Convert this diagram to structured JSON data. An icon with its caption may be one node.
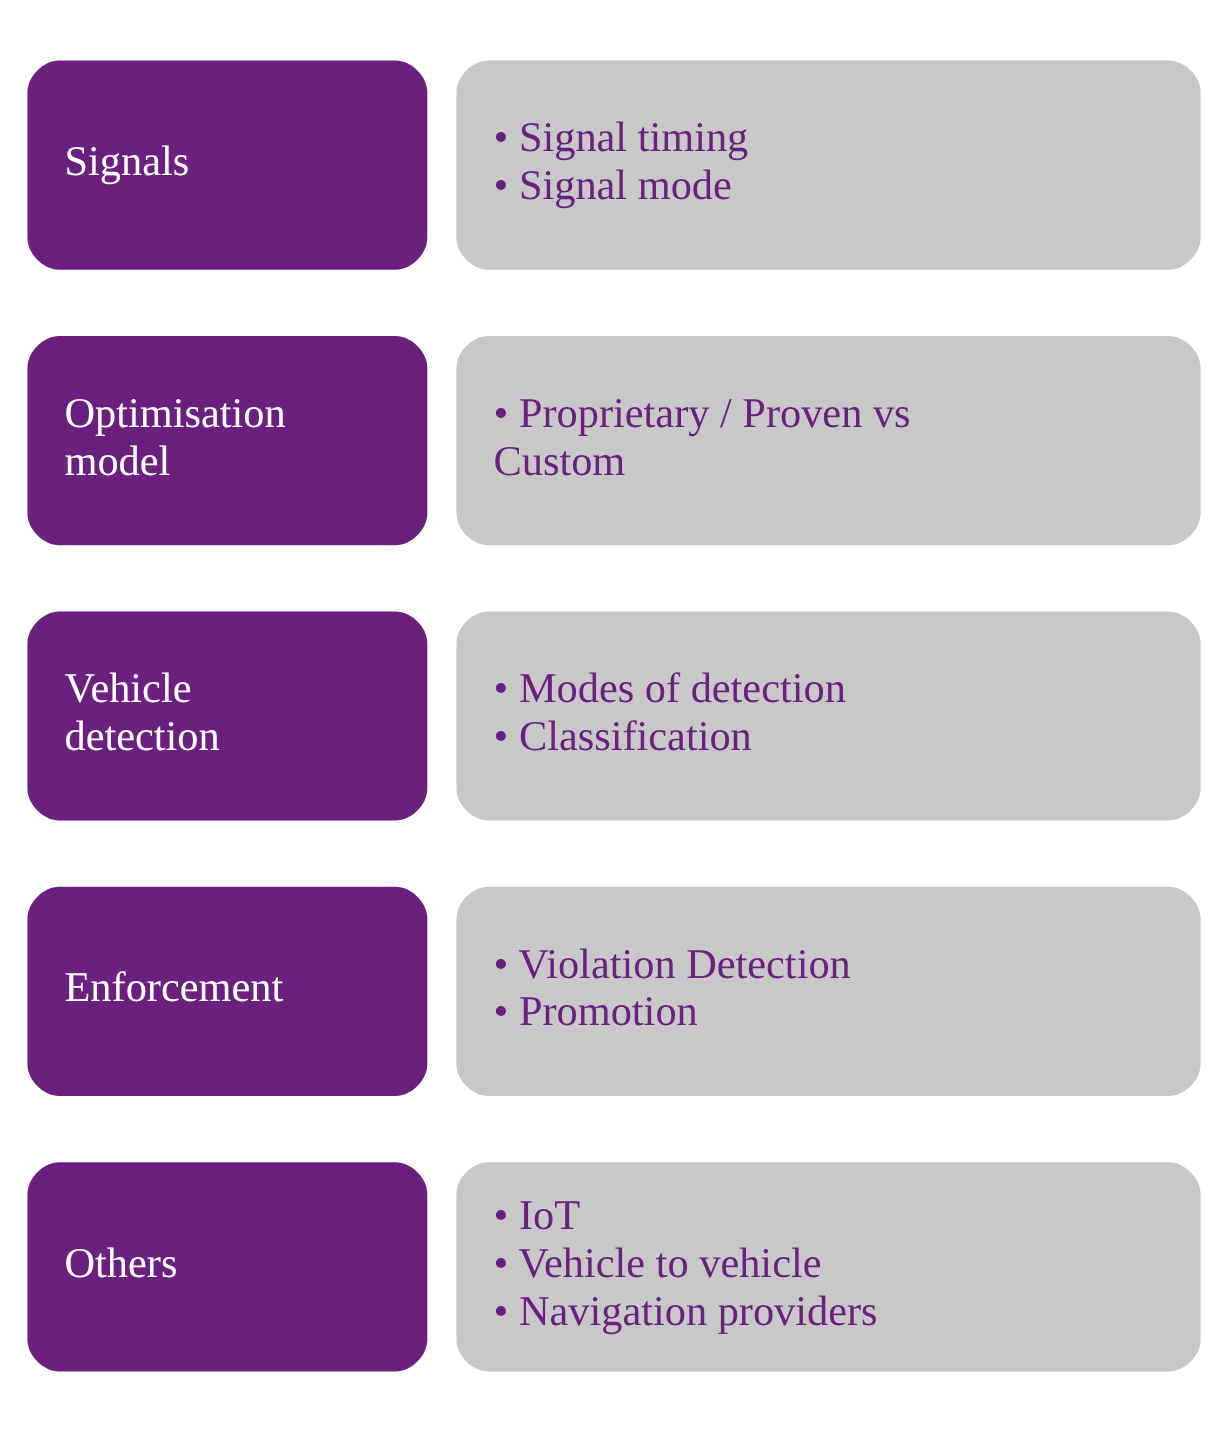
{
  "diagram": {
    "nodes": [
      {
        "text": [
          "Signals"
        ]
      },
      {
        "text": [
          "• Signal timing",
          "• Signal mode"
        ]
      },
      {
        "text": [
          "Optimisation model"
        ]
      },
      {
        "text": [
          "• Proprietary / Proven vs Custom"
        ]
      },
      {
        "text": [
          "Vehicle detection"
        ]
      },
      {
        "text": [
          "• Modes of detection",
          "• Classification"
        ]
      },
      {
        "text": [
          "Enforcement"
        ]
      },
      {
        "text": [
          "• Violation Detection",
          "• Promotion"
        ]
      },
      {
        "text": [
          "Others"
        ]
      },
      {
        "text": [
          "• IoT",
          "• Vehicle to vehicle",
          "• Navigation providers"
        ]
      }
    ]
  }
}
